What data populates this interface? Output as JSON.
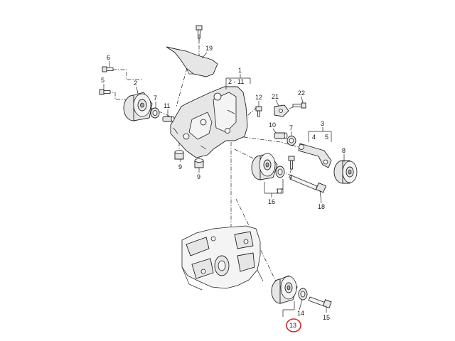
{
  "callouts": {
    "c1": "1",
    "c2_11": "2 - 11",
    "c19": "19",
    "c6": "6",
    "c5": "5",
    "c2": "2",
    "c7a": "7",
    "c11": "11",
    "c12": "12",
    "c21": "21",
    "c22": "22",
    "c9a": "9",
    "c9b": "9",
    "c10": "10",
    "c7b": "7",
    "c3": "3",
    "c4": "4",
    "c5b": "5",
    "c4b": "4",
    "c8": "8",
    "c17": "17",
    "c16": "16",
    "c18": "18",
    "c13": "13",
    "c14": "14",
    "c15": "15"
  },
  "highlight": {
    "part": "13",
    "color": "#d62828"
  },
  "colors": {
    "line": "#222222",
    "part_fill": "#e6e6e6",
    "background": "#ffffff"
  }
}
